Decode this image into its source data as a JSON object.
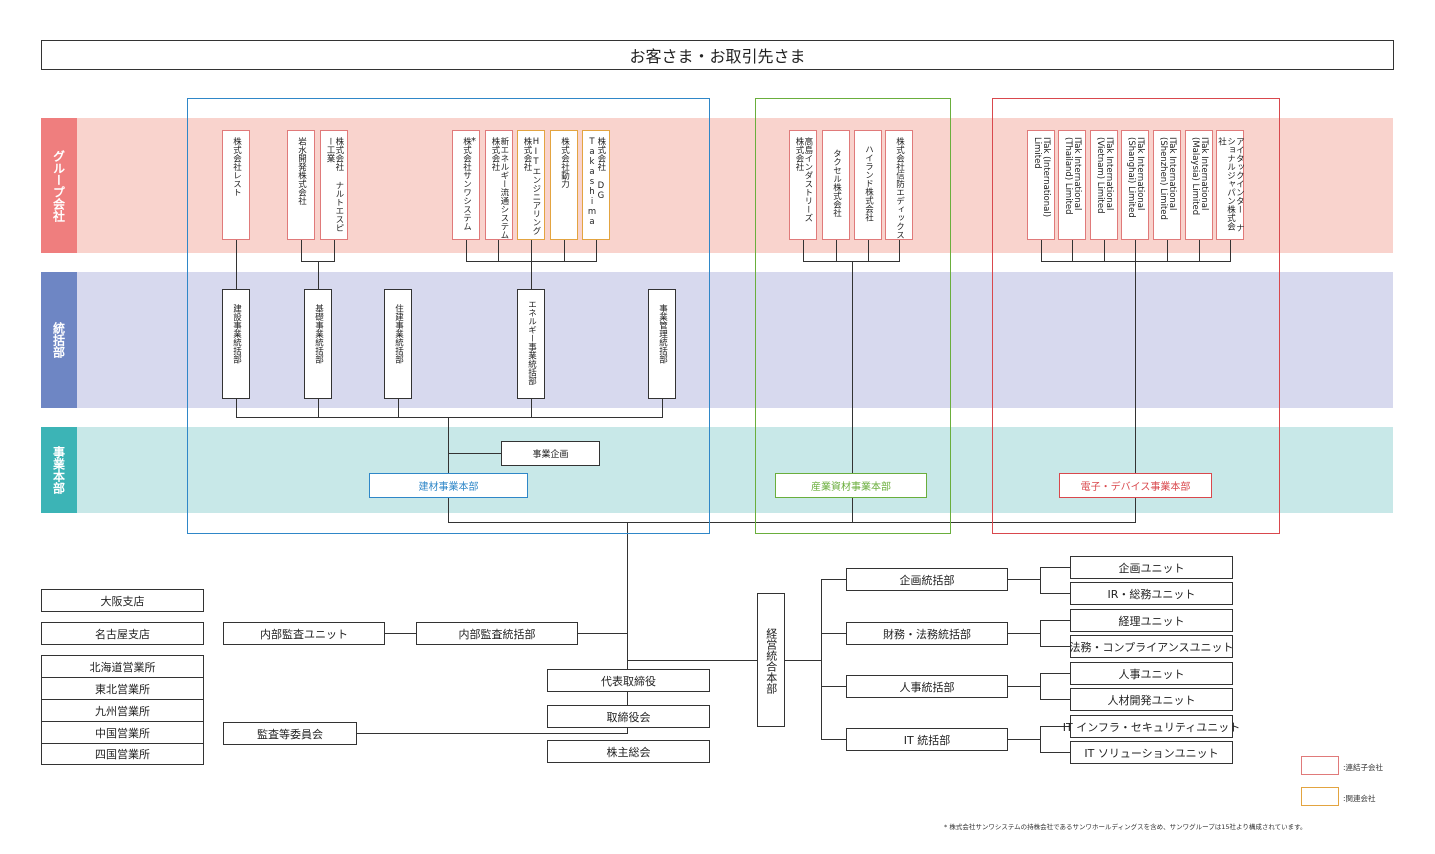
{
  "header": {
    "title": "お客さま・お取引先さま"
  },
  "bands": {
    "group": "グループ会社",
    "division": "統括部",
    "business": "事業本部"
  },
  "kenzai": {
    "subsidiaries": {
      "rest": "株式会社レスト",
      "iwamizu": "岩水開発株式会社",
      "naruto": "株式会社 ナルトエスピー工業",
      "sanwa_system": "株式会社サンワシステム",
      "sanwa_system_mark": "*",
      "shin_energy": "新エネルギー流通システム 株式会社",
      "hit": "HITエンジニアリング 株式会社",
      "douryoku": "株式会社動力",
      "dg": "株式会社 DG Takashima"
    },
    "divisions": {
      "kensetsu": "建設事業統括部",
      "kiso": "基礎事業統括部",
      "juken": "住建事業統括部",
      "energy": "エネルギー事業統括部",
      "kanri": "事業管理統括部"
    },
    "planning": "事業企画",
    "hq": "建材事業本部"
  },
  "sangyo": {
    "subsidiaries": {
      "takashima_ind": "高島インダストリーズ 株式会社",
      "takusel": "タクセル株式会社",
      "hyland": "ハイランド株式会社",
      "shinbou": "株式会社信防エディックス"
    },
    "hq": "産業資材事業本部"
  },
  "denshi": {
    "subsidiaries": {
      "international": "ITak (International) Limited",
      "thailand": "ITak International (Thailand) Limited",
      "vietnam": "ITak International (Vietnam) Limited",
      "shanghai": "ITak International (Shanghai) Limited",
      "shenzhen": "ITak International (Shenzhen) Limited",
      "malaysia": "ITak International (Malaysia) Limited",
      "japan": "アイタックインター ナショナルジャパン株式会社"
    },
    "hq": "電子・デバイス事業本部"
  },
  "branches": {
    "osaka": "大阪支店",
    "nagoya": "名古屋支店",
    "hokkaido": "北海道営業所",
    "tohoku": "東北営業所",
    "kyushu": "九州営業所",
    "chugoku": "中国営業所",
    "shikoku": "四国営業所"
  },
  "governance": {
    "audit_unit": "内部監査ユニット",
    "audit_dept": "内部監査統括部",
    "audit_committee": "監査等委員会",
    "president": "代表取締役",
    "board": "取締役会",
    "shareholders": "株主総会",
    "management": "経営統合本部"
  },
  "corporate": {
    "planning": "企画統括部",
    "planning_unit": "企画ユニット",
    "ir_unit": "IR・総務ユニット",
    "finance": "財務・法務統括部",
    "accounting_unit": "経理ユニット",
    "legal_unit": "法務・コンプライアンスユニット",
    "hr": "人事統括部",
    "hr_unit": "人事ユニット",
    "talent_unit": "人材開発ユニット",
    "it": "IT 統括部",
    "it_infra_unit": "IT インフラ・セキュリティユニット",
    "it_solution_unit": "IT ソリューションユニット"
  },
  "legend": {
    "subsidiary": ":連結子会社",
    "affiliate": ":関連会社"
  },
  "footnote": "* 株式会社サンワシステムの持株会社であるサンワホールディングスを含め、サンワグループは15社より構成されています。",
  "colors": {
    "group_band": "#f9d3cd",
    "division_band": "#d7d9ee",
    "business_band": "#c8e8e8",
    "group_label": "#ef7e7e",
    "division_label": "#6e86c4",
    "business_label": "#3cb4b6",
    "kenzai": "#2f87c8",
    "sangyo": "#6aae3c",
    "denshi": "#d9484d",
    "subsidiary": "#e07a7a",
    "affiliate": "#e3a440"
  }
}
